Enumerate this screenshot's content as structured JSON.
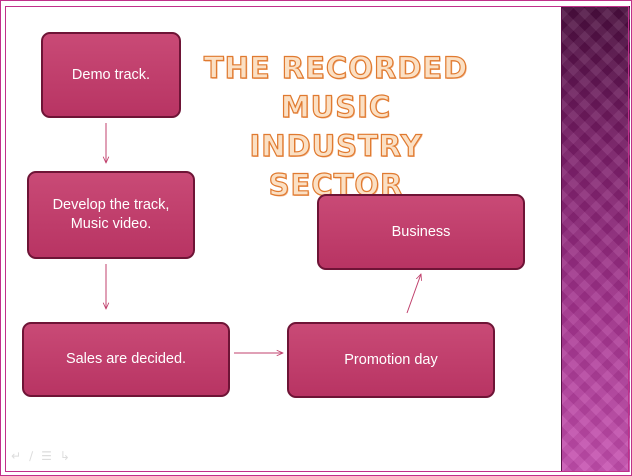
{
  "title": {
    "line1": "THE RECORDED",
    "line2": "MUSIC INDUSTRY",
    "line3": "SECTOR"
  },
  "boxes": {
    "demo": "Demo track.",
    "develop": "Develop the track,\nMusic  video.",
    "sales": "Sales are decided.",
    "promotion": "Promotion day",
    "business": "Business"
  },
  "colors": {
    "box_fill": "#c0406c",
    "box_border": "#6e1436",
    "arrow": "#c0406c",
    "title_fill": "#fbe0c4",
    "title_outline": "#e07a30",
    "sidebar": "#8a2477"
  },
  "nav_icons": [
    "back-arrow-icon",
    "pen-icon",
    "menu-icon",
    "forward-arrow-icon"
  ]
}
